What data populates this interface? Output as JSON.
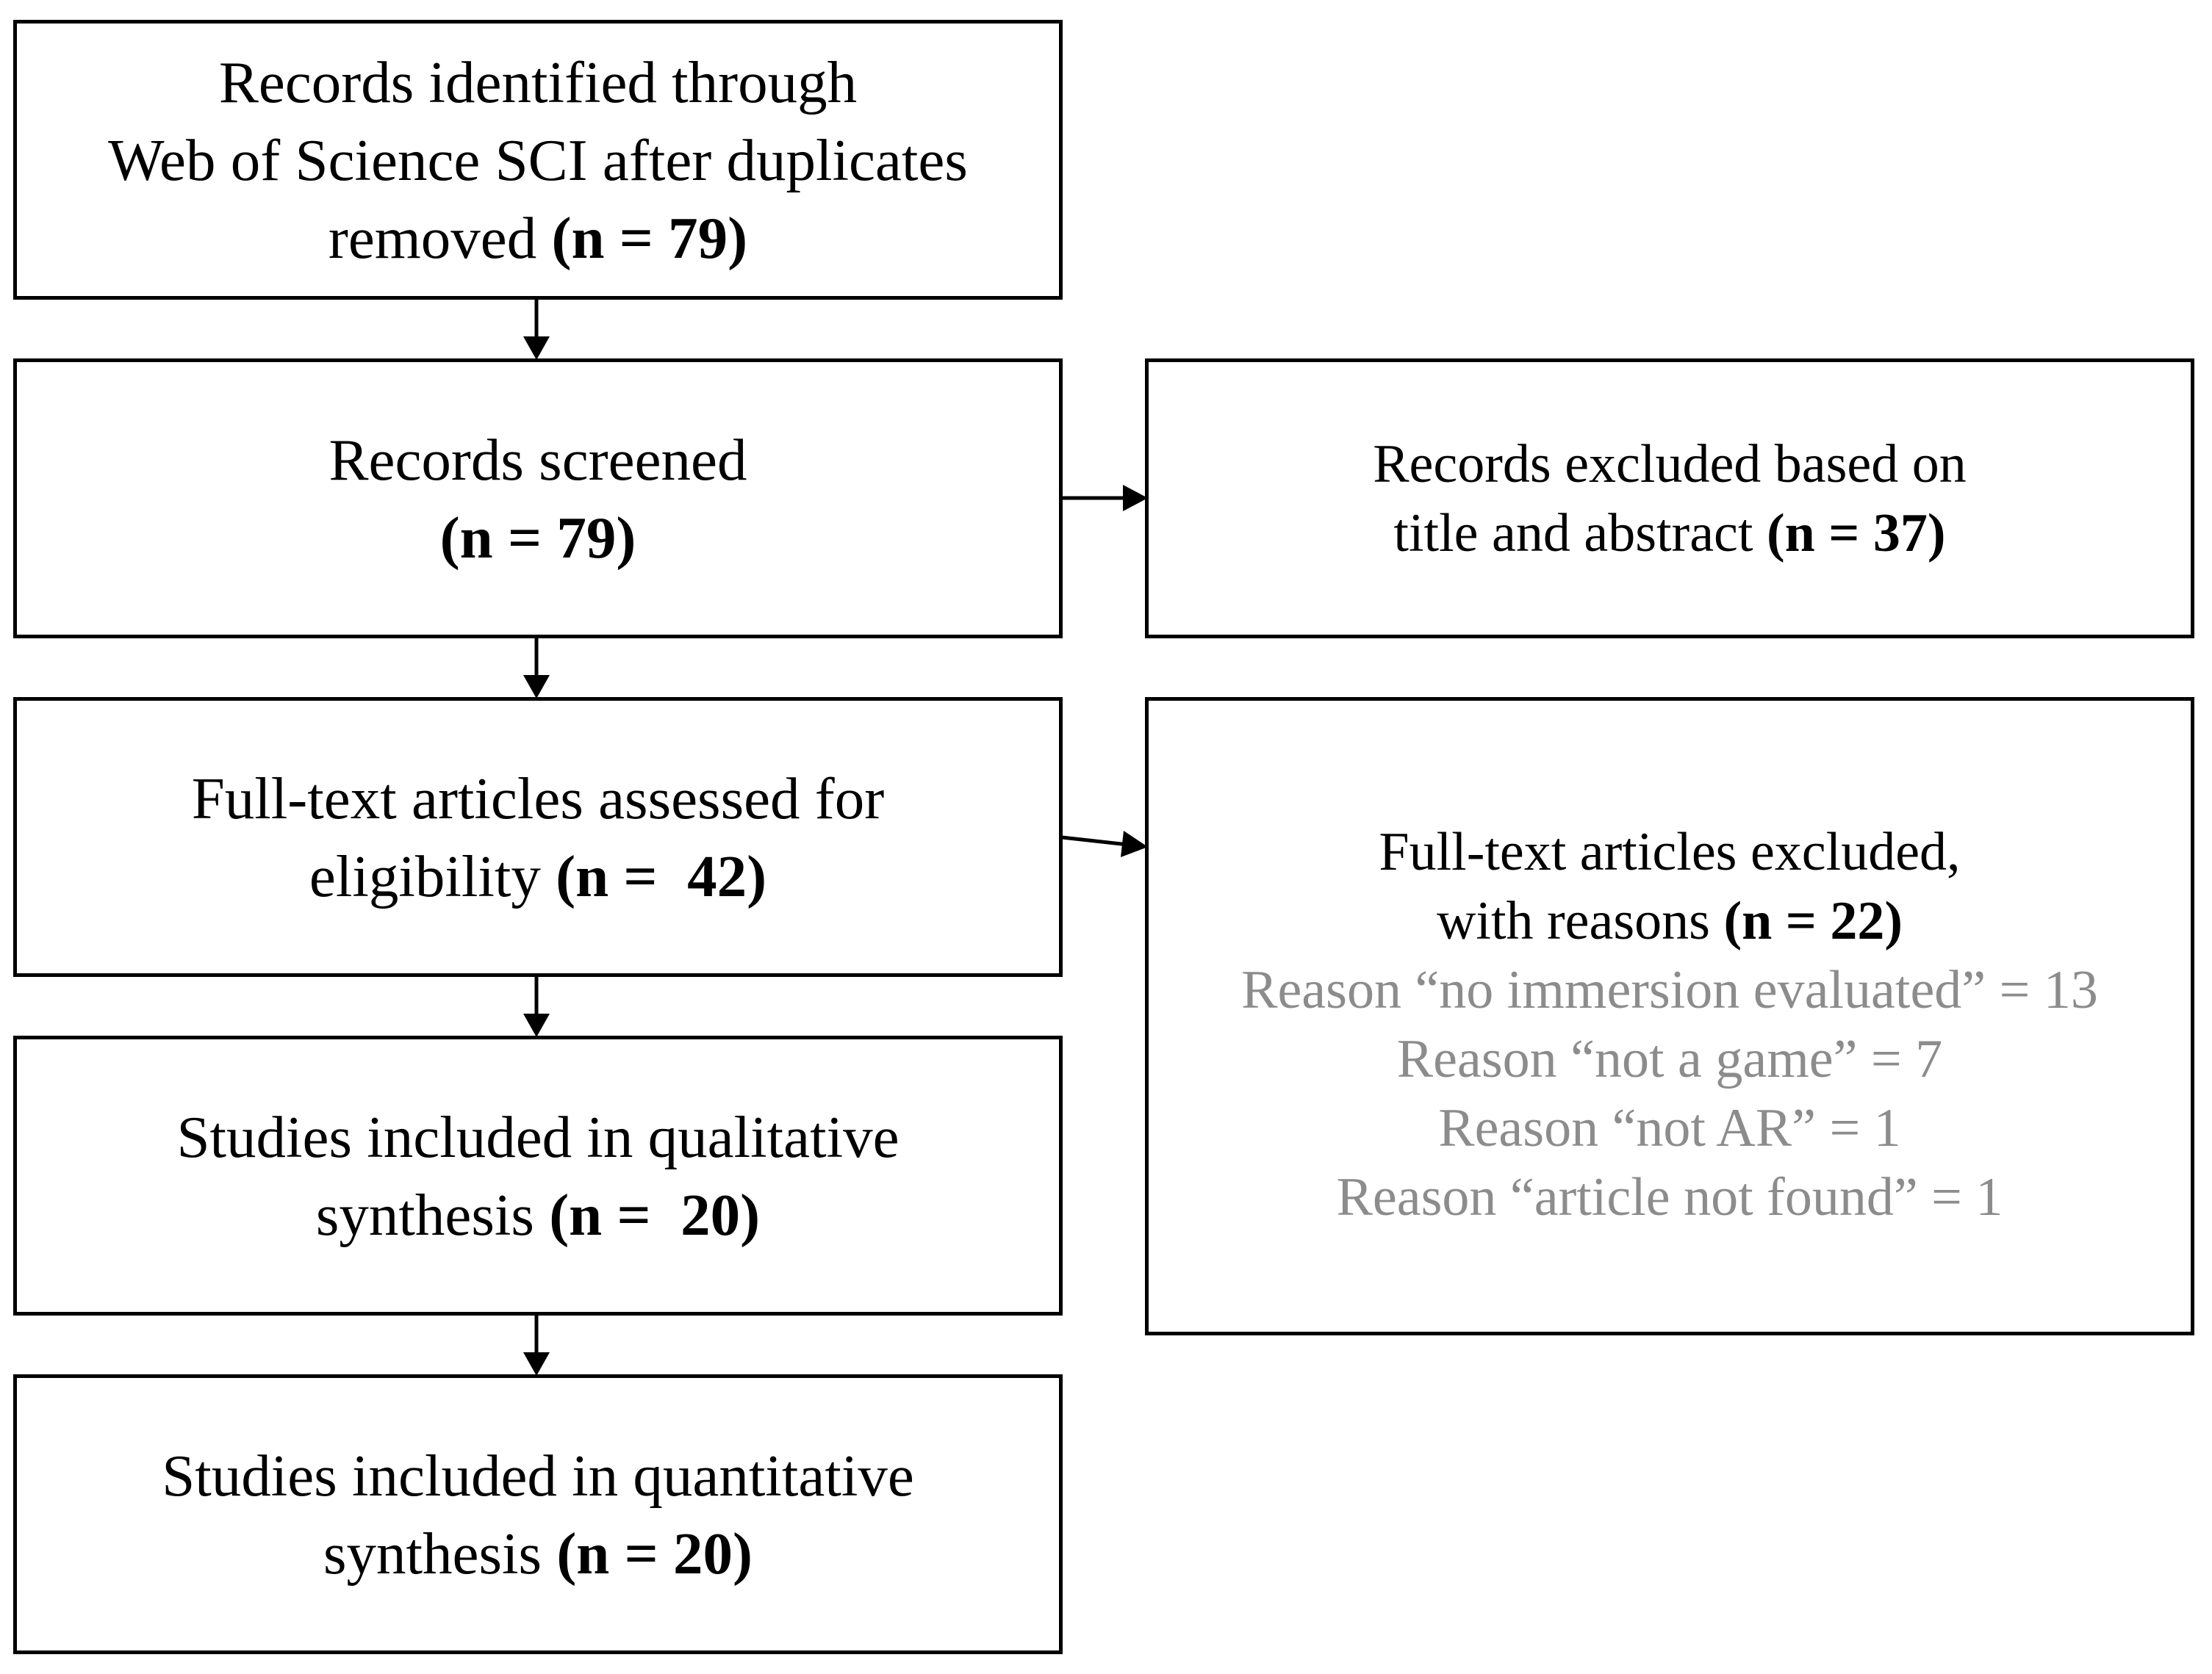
{
  "identified": {
    "line1": "Records identified through",
    "line2": "Web of Science SCI after duplicates",
    "line3": "removed",
    "count": "(n = 79)"
  },
  "screened": {
    "line1": "Records screened",
    "count": "(n = 79)"
  },
  "excluded_title": {
    "line1": "Records excluded based on",
    "line2": "title and abstract",
    "count": "(n = 37)"
  },
  "eligibility": {
    "line1": "Full-text articles assessed for",
    "line2": "eligibility",
    "count": "(n =  42)"
  },
  "excluded_fulltext": {
    "line1": "Full-text articles excluded,",
    "line2": "with reasons",
    "count": "(n = 22)",
    "reasons": [
      "Reason “no immersion evaluated” = 13",
      "Reason “not a game” = 7",
      "Reason “not AR” = 1",
      "Reason “article not found” = 1"
    ]
  },
  "qualitative": {
    "line1": "Studies included in qualitative",
    "line2": "synthesis",
    "count": "(n =  20)"
  },
  "quantitative": {
    "line1": "Studies included in quantitative",
    "line2": "synthesis",
    "count": "(n = 20)"
  },
  "colors": {
    "border": "#000000",
    "reason_text": "#8c8c8c"
  }
}
